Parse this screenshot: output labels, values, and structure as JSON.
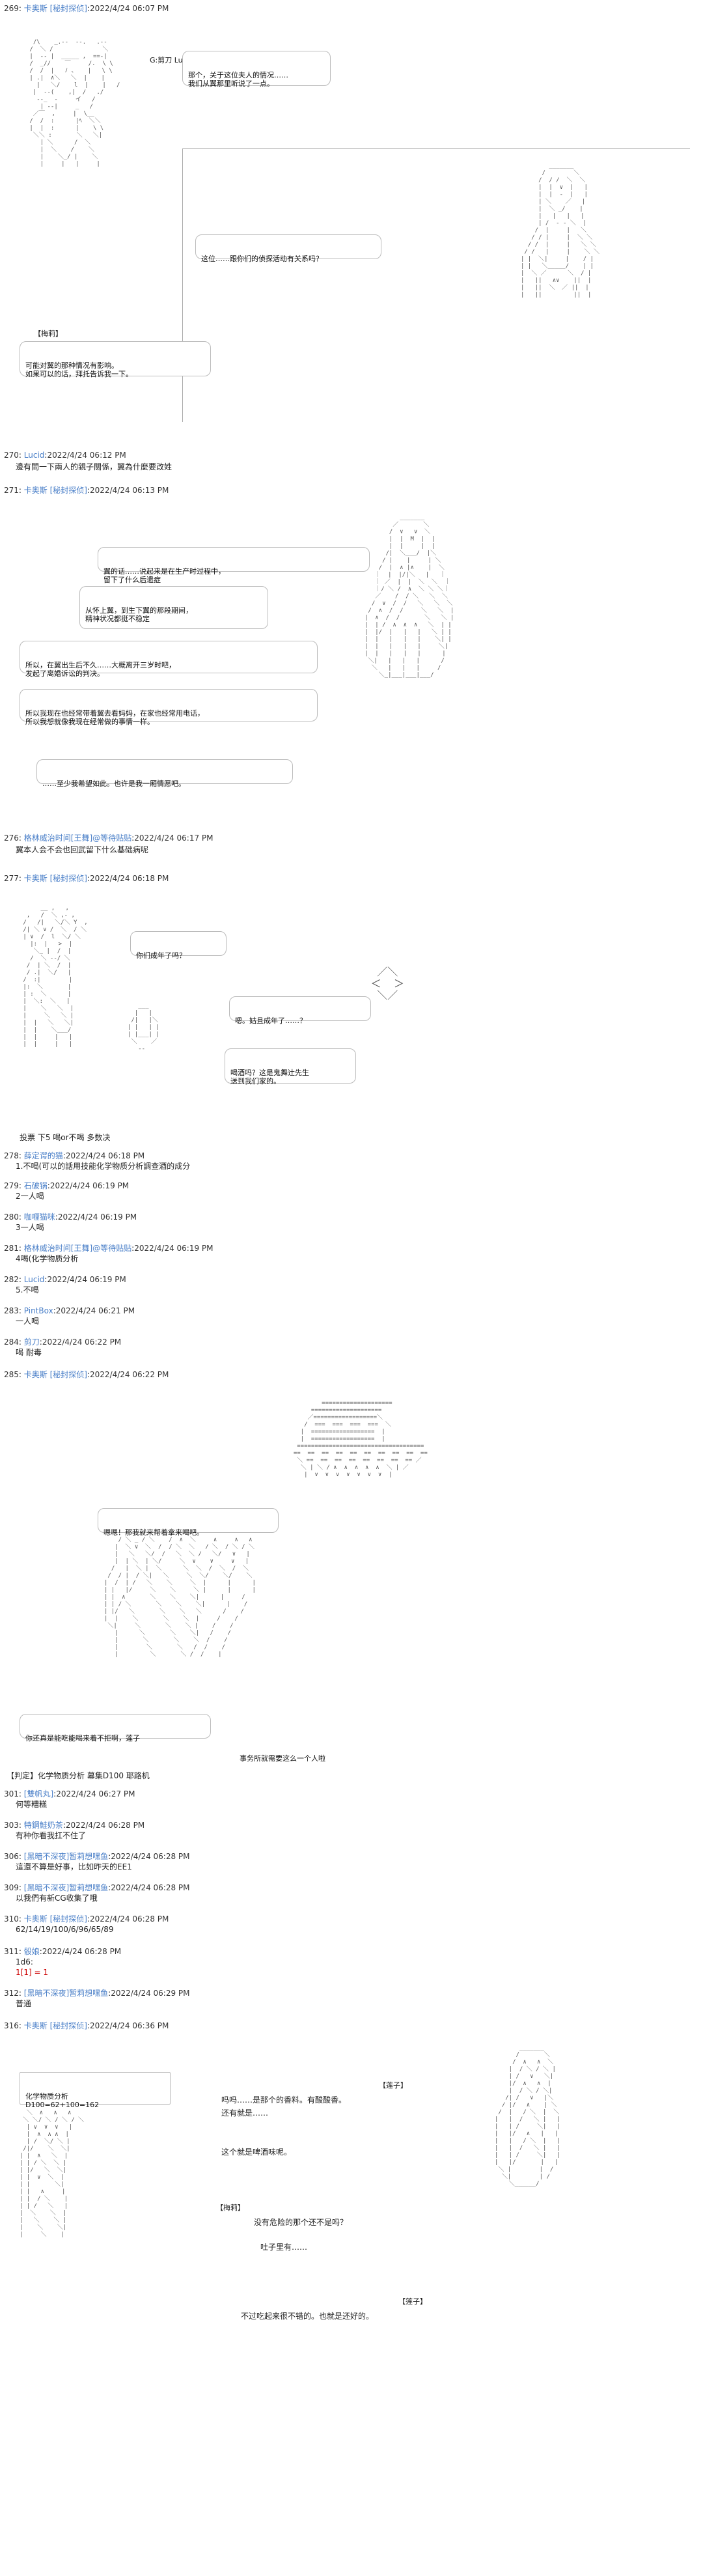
{
  "colors": {
    "name_link": "#4a7fc8",
    "dice_red": "#cc0000",
    "text": "#222222",
    "background": "#ffffff"
  },
  "posts": [
    {
      "num": "269",
      "name": "卡奥斯",
      "trip": "[秘封探侦]",
      "time": "2022/4/24 06:07 PM"
    },
    {
      "num": "270",
      "name": "Lucid",
      "time": "2022/4/24 06:12 PM",
      "body": "邊有問一下兩人的親子關係，翼為什麼要改姓"
    },
    {
      "num": "271",
      "name": "卡奥斯",
      "trip": "[秘封探侦]",
      "time": "2022/4/24 06:13 PM"
    },
    {
      "num": "276",
      "name": "格林威治时间[王舞]@等待贴贴",
      "time": "2022/4/24 06:17 PM",
      "body": "翼本人会不会也回武留下什么基础病呢"
    },
    {
      "num": "277",
      "name": "卡奥斯",
      "trip": "[秘封探侦]",
      "time": "2022/4/24 06:18 PM"
    },
    {
      "num": "278",
      "name": "薛定谔的猫",
      "time": "2022/4/24 06:18 PM",
      "body": "1.不喝(可以的話用技能化学物质分析調查酒的成分"
    },
    {
      "num": "279",
      "name": "石破锅",
      "time": "2022/4/24 06:19 PM",
      "body": "2一人喝"
    },
    {
      "num": "280",
      "name": "咖喱猫咪",
      "time": "2022/4/24 06:19 PM",
      "body": "3一人喝"
    },
    {
      "num": "281",
      "name": "格林威治时间[王舞]@等待贴贴",
      "time": "2022/4/24 06:19 PM",
      "body": "4喝(化学物质分析"
    },
    {
      "num": "282",
      "name": "Lucid",
      "time": "2022/4/24 06:19 PM",
      "body": "5.不喝"
    },
    {
      "num": "283",
      "name": "PintBox",
      "time": "2022/4/24 06:21 PM",
      "body": "一人喝"
    },
    {
      "num": "284",
      "name": "剪刀",
      "time": "2022/4/24 06:22 PM",
      "body": "喝 耐毒"
    },
    {
      "num": "285",
      "name": "卡奥斯",
      "trip": "[秘封探侦]",
      "time": "2022/4/24 06:22 PM"
    },
    {
      "num": "301",
      "name": "[雙帆丸]",
      "time": "2022/4/24 06:27 PM",
      "body": "何等糟糕"
    },
    {
      "num": "303",
      "name": "特鋼鮭奶茶",
      "time": "2022/4/24 06:28 PM",
      "body": "有种你看我扛不住了"
    },
    {
      "num": "306",
      "name": "[黑暗不深夜]暂莉想嘿鱼",
      "time": "2022/4/24 06:28 PM",
      "body": "這還不算是好事，比如昨天的EE1"
    },
    {
      "num": "309",
      "name": "[黑暗不深夜]暂莉想嘿鱼",
      "time": "2022/4/24 06:28 PM",
      "body": "以我們有新CG收集了哦"
    },
    {
      "num": "310",
      "name": "卡奥斯",
      "trip": "[秘封探侦]",
      "time": "2022/4/24 06:28 PM",
      "body": "62/14/19/100/6/96/65/89"
    },
    {
      "num": "311",
      "name": "骰娘",
      "time": "2022/4/24 06:28 PM",
      "body": "1d6:",
      "dice": "1[1] = 1"
    },
    {
      "num": "312",
      "name": "[黑暗不深夜]暂莉想嘿鱼",
      "time": "2022/4/24 06:29 PM",
      "body": "普通"
    },
    {
      "num": "316",
      "name": "卡奥斯",
      "trip": "[秘封探侦]",
      "time": "2022/4/24 06:36 PM"
    }
  ],
  "scene1": {
    "speaker_g": "G:剪刀 Lucid",
    "bubble_1": "那个，关于这位夫人的情况……\n我们从翼那里听说了一点。",
    "bubble_2": "这位……跟你们的侦探活动有关系吗？",
    "tag_umi": "【梅莉】",
    "bubble_3": "可能对翼的那种情况有影响。\n如果可以的话，拜托告诉我一下。"
  },
  "scene2": {
    "bubble_1": "翼的话……说起来是在生产时过程中，\n留下了什么后遗症",
    "bubble_2": "从怀上翼，到生下翼的那段期间，\n精神状况都挺不稳定",
    "bubble_3": "所以，在翼出生后不久……大概离开三岁时吧，\n发起了离婚诉讼的判决。",
    "bubble_4": "所以我现在也经常带着翼去看妈妈，在家也经常用电话，\n所以我想就像我现在经常做的事情一样。",
    "bubble_5": "……至少我希望如此。也许是我一厢情愿吧。"
  },
  "scene3": {
    "bubble_1": "你们成年了吗？",
    "bubble_2": "嗯。姑且成年了……？",
    "bubble_3": "喝酒吗？这是鬼舞辻先生\n送到我们家的。",
    "vote": "投票 下5 喝or不喝 多数决"
  },
  "scene4": {
    "bubble_1": "嗯嗯！那我就来帮着拿来喝吧。",
    "bubble_2": "你还真是能吃能喝来着不拒啊，莲子",
    "bubble_3": "事务所就需要这么一个人啦",
    "judge": "【判定】化学物质分析 幕集D100 耶路机"
  },
  "scene5": {
    "panel": "化学物质分析\nD100=62+100=162",
    "tag_renko": "【莲子】",
    "line_1": "吗吗……是那个的香料。有酸酸香。",
    "line_2": "还有就是……",
    "line_3": "这个就是啤酒味呢。",
    "tag_meri": "【梅莉】",
    "line_4": "没有危险的那个还不是吗？",
    "line_5": "吐子里有……",
    "tag_renko2": "【莲子】",
    "line_6": "不过吃起来很不错的。也就是还好的。"
  }
}
